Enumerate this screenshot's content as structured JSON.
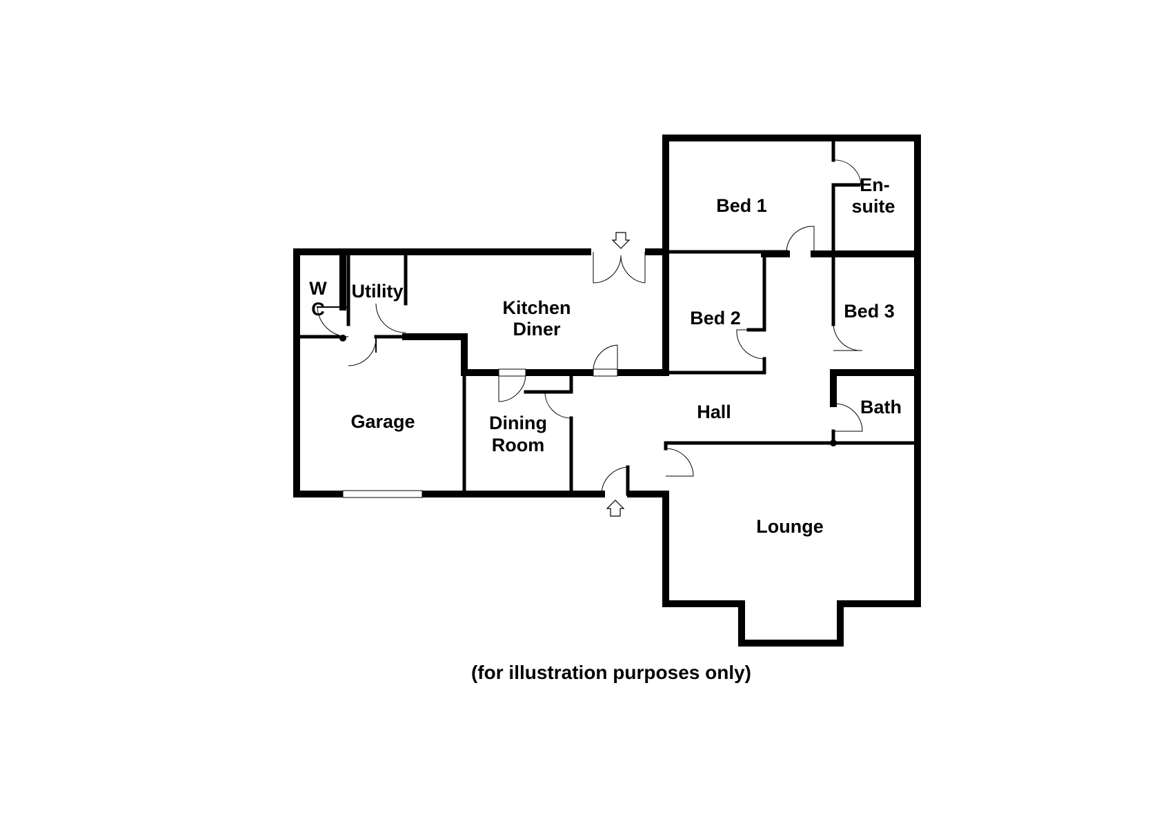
{
  "rooms": {
    "wc": {
      "line1": "W",
      "line2": "C"
    },
    "utility": "Utility",
    "kitchen": {
      "line1": "Kitchen",
      "line2": "Diner"
    },
    "garage": "Garage",
    "dining": {
      "line1": "Dining",
      "line2": "Room"
    },
    "hall": "Hall",
    "bed1": "Bed 1",
    "ensuite": {
      "line1": "En-",
      "line2": "suite"
    },
    "bed2": "Bed 2",
    "bed3": "Bed 3",
    "bath": "Bath",
    "lounge": "Lounge"
  },
  "caption": "(for illustration purposes only)",
  "icons": [
    "entrance-arrow-icon",
    "rear-door-arrow-icon"
  ],
  "colors": {
    "walls": "#000000",
    "background": "#ffffff"
  }
}
